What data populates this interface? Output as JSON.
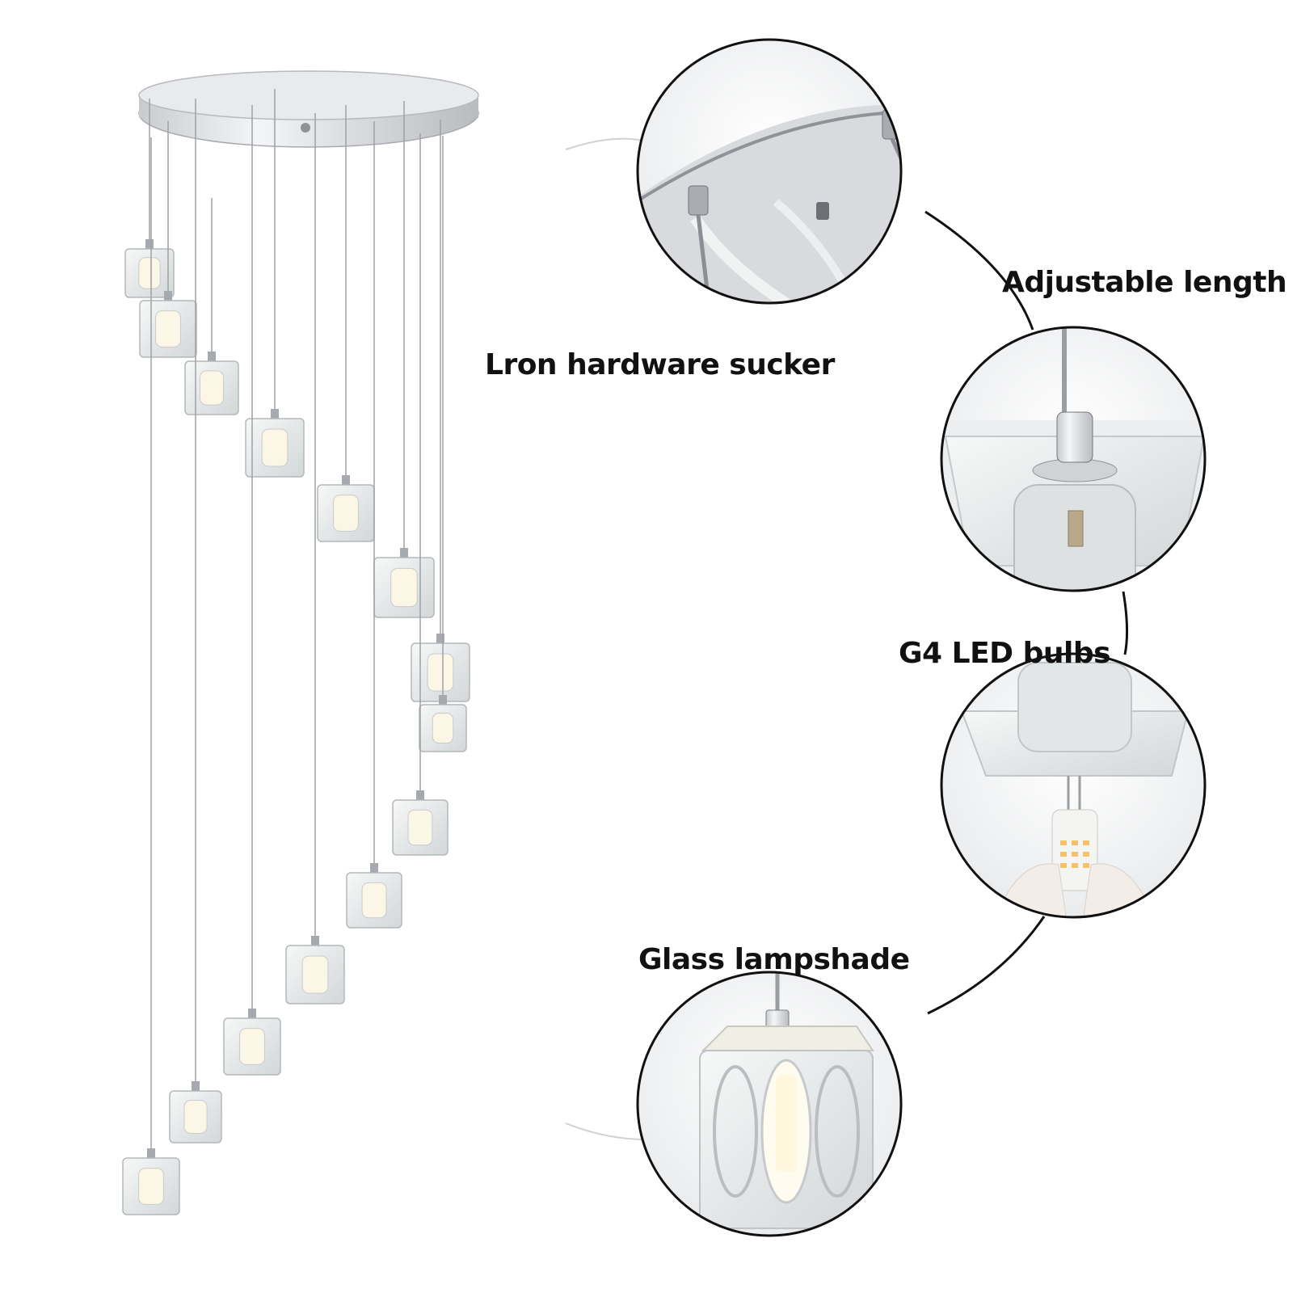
{
  "callouts": {
    "adjustable_length": "Adjustable length",
    "hardware_sucker": "Lron hardware sucker",
    "led_bulbs": "G4 LED bulbs",
    "glass_lampshade": "Glass lampshade"
  },
  "colors": {
    "background": "#ffffff",
    "label_text": "#111111",
    "chrome": "#d9dadd",
    "glass": "#eef0f1",
    "connector_line": "#111111"
  }
}
